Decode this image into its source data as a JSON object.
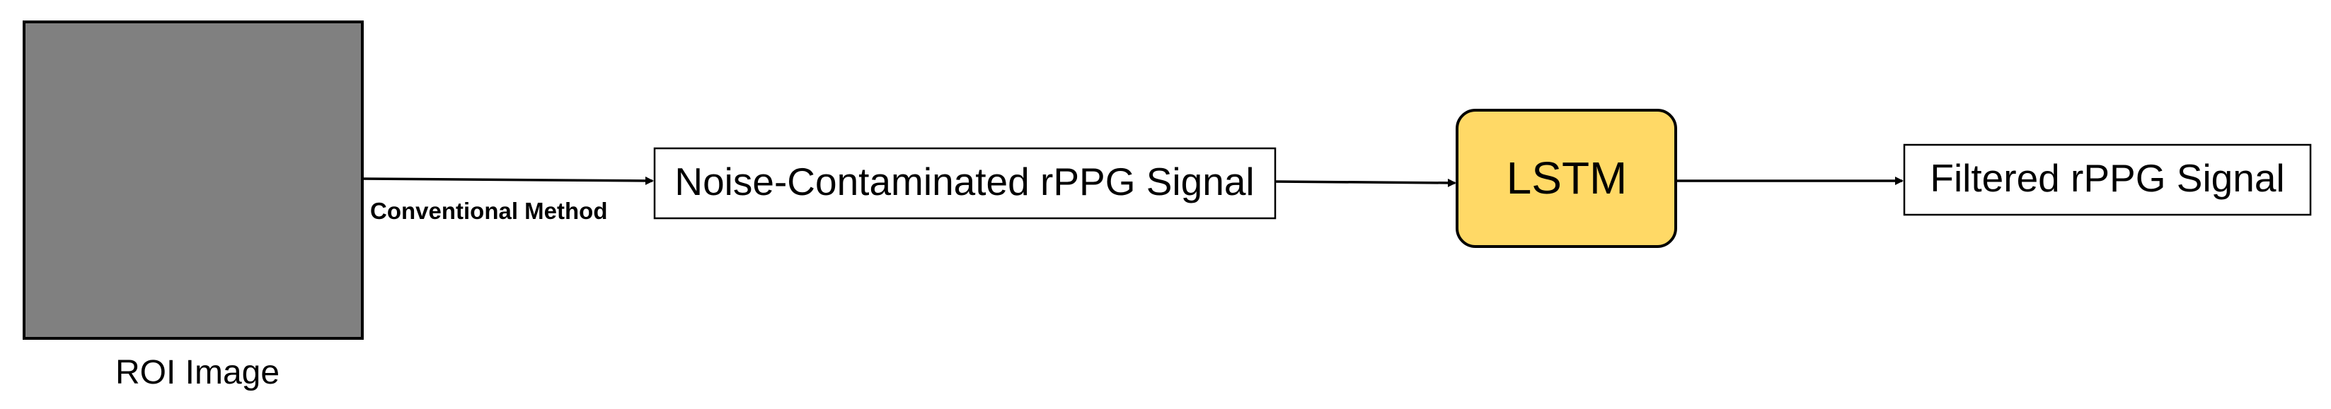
{
  "diagram": {
    "roi_image": {
      "caption": "ROI Image",
      "fill_color": "#808080"
    },
    "edge_conventional": {
      "label": "Conventional Method"
    },
    "noise_box": {
      "label": "Noise-Contaminated rPPG Signal"
    },
    "lstm_box": {
      "label": "LSTM",
      "fill_color": "#FFD966"
    },
    "filtered_box": {
      "label": "Filtered rPPG Signal"
    }
  }
}
